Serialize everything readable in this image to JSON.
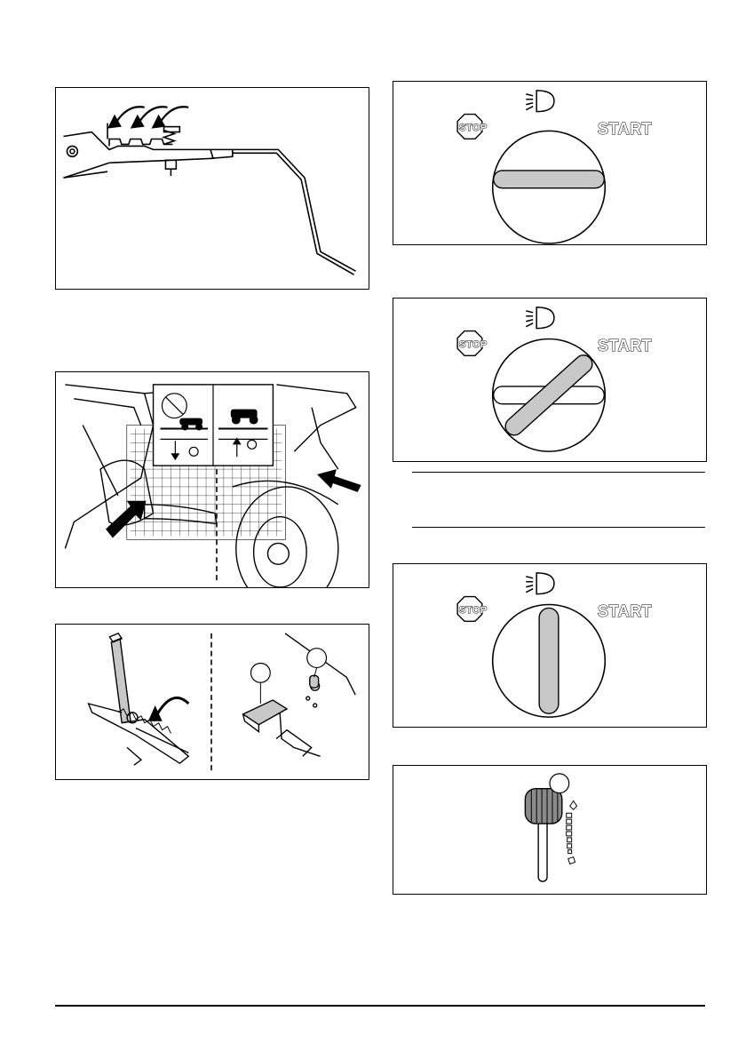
{
  "switch_labels": {
    "stop": "STOP",
    "start": "START"
  },
  "callouts": {
    "pedal_left": "",
    "pedal_right": "",
    "throttle": ""
  },
  "colors": {
    "line": "#000000",
    "knob_fill": "#c8c8c8",
    "background": "#ffffff"
  },
  "icons": [
    "parking-brake-rod",
    "height-lever-warning-decal",
    "pedal-lock",
    "ignition-switch",
    "throttle-lever"
  ]
}
